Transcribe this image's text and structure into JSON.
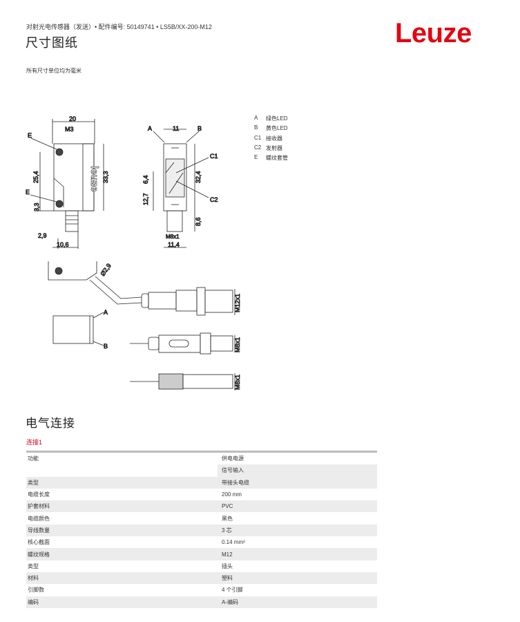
{
  "header": {
    "breadcrumb": "对射光电传感器（发送）• 配件编号: 50149741 • LS5B/XX-200-M12",
    "title": "尺寸图纸",
    "logo": "Leuze",
    "units_note": "所有尺寸单位均为毫米"
  },
  "drawing": {
    "dims": {
      "width_20": "20",
      "m3": "M3",
      "d25_4": "25,4",
      "d33_3": "33,3",
      "d3_3": "3,3",
      "d2_9": "2,9",
      "d10_6": "10,6",
      "d11": "11",
      "d6_4": "6,4",
      "d12_7": "12,7",
      "d32_4": "32,4",
      "d8_6": "8,6",
      "m8x1": "M8x1",
      "d11_4": "11,4",
      "dia2_9": "Ø2,9",
      "m12x1": "M12x1",
      "m8x1_b": "M8x1",
      "m8x1_c": "M8x1"
    },
    "labels": {
      "e": "E",
      "a": "A",
      "b": "B",
      "c1": "C1",
      "c2": "C2"
    },
    "logo_text": "leuze"
  },
  "legend": [
    {
      "key": "A",
      "text": "绿色LED"
    },
    {
      "key": "B",
      "text": "黄色LED"
    },
    {
      "key": "C1",
      "text": "接收器"
    },
    {
      "key": "C2",
      "text": "发射器"
    },
    {
      "key": "E",
      "text": "螺纹套管"
    }
  ],
  "electrical": {
    "title": "电气连接",
    "connection_label": "连接1",
    "rows": [
      {
        "label": "功能",
        "value": "供电电源"
      },
      {
        "label": "",
        "value": "信号输入"
      },
      {
        "label": "类型",
        "value": "带接头电缆"
      },
      {
        "label": "电缆长度",
        "value": "200 mm"
      },
      {
        "label": "护套材料",
        "value": "PVC"
      },
      {
        "label": "电缆颜色",
        "value": "黑色"
      },
      {
        "label": "导线数量",
        "value": "3 芯"
      },
      {
        "label": "核心截面",
        "value": "0.14 mm²"
      },
      {
        "label": "螺纹规格",
        "value": "M12"
      },
      {
        "label": "类型",
        "value": "插头"
      },
      {
        "label": "材料",
        "value": "塑料"
      },
      {
        "label": "引脚数",
        "value": "4 个引脚"
      },
      {
        "label": "编码",
        "value": "A-编码"
      }
    ]
  }
}
